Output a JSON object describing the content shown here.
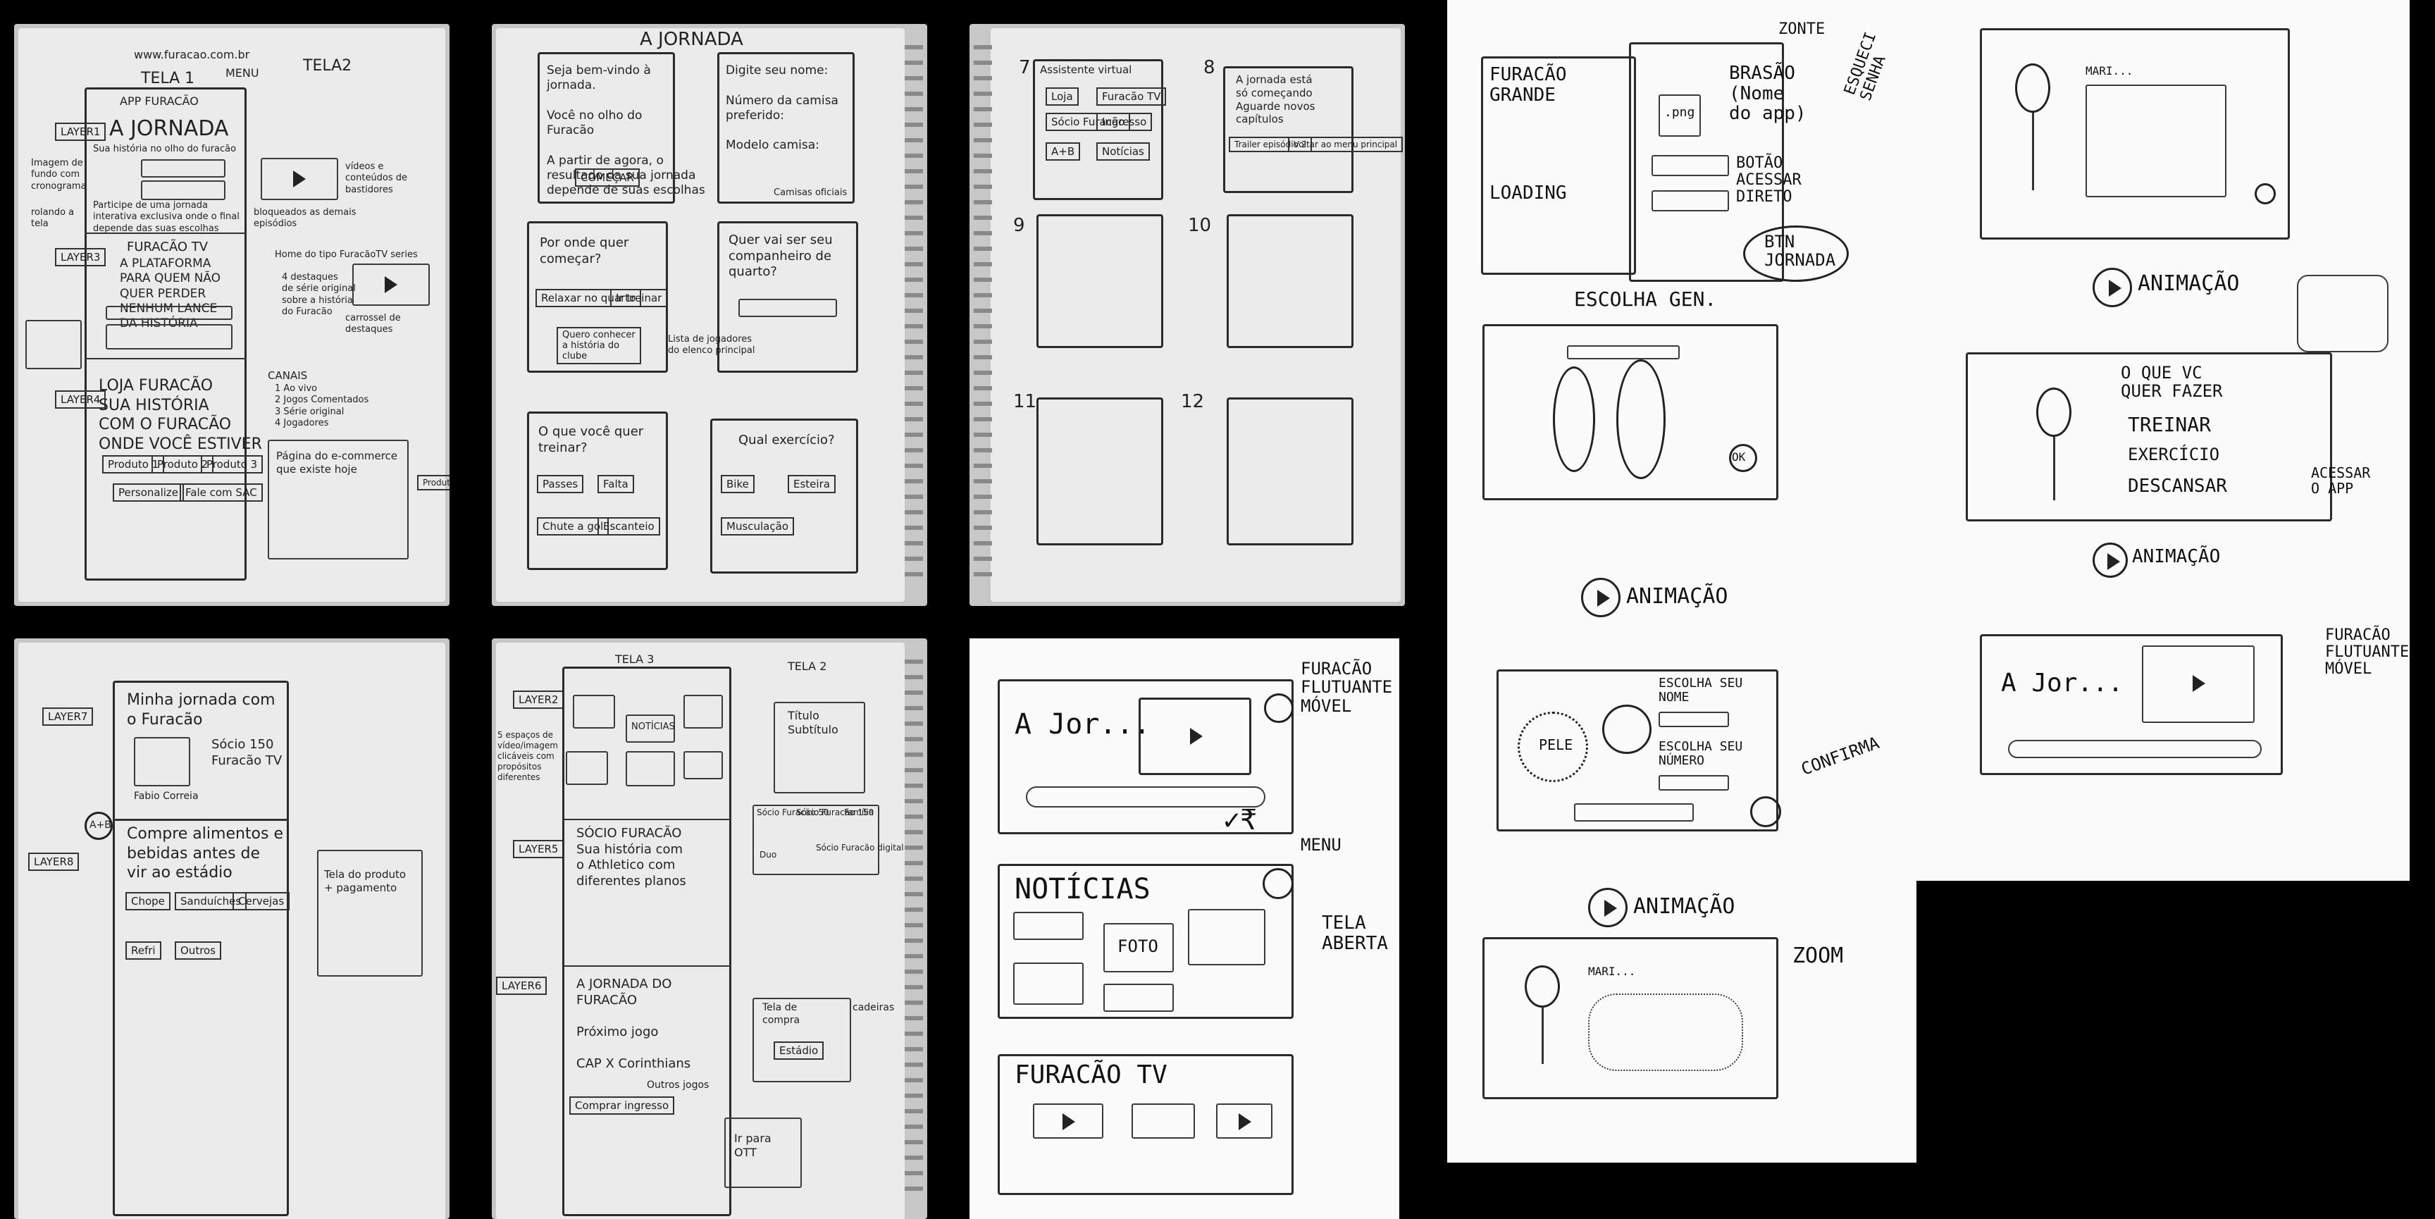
{
  "photo1": {
    "header_top": "www.furacao.com.br",
    "tela1": "TELA 1",
    "tela2": "TELA2",
    "menu": "MENU",
    "app_name": "APP FURACÃO",
    "title": "A JORNADA",
    "subtitle": "Sua história no olho do furacão",
    "layer1": "LAYER1",
    "layer3": "LAYER3",
    "layer4": "LAYER4",
    "side_note1": "Imagem de fundo com cronograma",
    "side_note2": "rolando a tela",
    "participe": "Participe de uma jornada interativa exclusiva onde o final depende das suas escolhas",
    "note_right": "vídeos e conteúdos de bastidores",
    "note_right2": "bloqueados as demais episódios",
    "furacao_tv": "FURACÃO TV",
    "plataforma": "A PLATAFORMA\nPARA QUEM NÃO\nQUER PERDER\nNENHUM LANCE\nDA HISTÓRIA",
    "home_note": "Home do tipo FuracãoTV series",
    "destaques": "4 destaques\nde série original\nsobre a história\ndo Furacão",
    "carrossel": "carrossel de destaques",
    "canais": "CANAIS",
    "canais_list": "1 Ao vivo\n2 Jogos Comentados\n3 Série original\n4 Jogadores",
    "loja": "LOJA FURACÃO\nSUA HISTÓRIA\nCOM O FURACÃO\nONDE VOCÊ ESTIVER",
    "produto1": "Produto 1",
    "produto2": "Produto 2",
    "produto3": "Produto 3",
    "personalize": "Personalize",
    "fale": "Fale com SAC",
    "ecommerce": "Página do e-commerce que existe hoje",
    "produto": "Produto"
  },
  "photo2": {
    "title": "A JORNADA",
    "s1": "Seja bem-vindo à\njornada.\n\nVocê no olho do\nFuracão\n\nA partir de agora, o\nresultado da sua jornada\ndepende de suas escolhas",
    "comecar": "COMEÇAR",
    "s2": "Digite seu nome:\n\nNúmero da camisa\npreferido:\n\nModelo camisa:",
    "camisas": "Camisas oficiais",
    "s3": "Por onde quer\ncomeçar?",
    "relaxar": "Relaxar no quarto",
    "treinar": "Ir treinar",
    "historia": "Quero conhecer a história do clube",
    "s4": "Quer vai ser seu\ncompanheiro de\nquarto?",
    "lista": "Lista de jogadores\ndo elenco principal",
    "s5": "O que você quer\ntreinar?",
    "s5_opts": [
      "Passes",
      "Falta",
      "Chute a gol",
      "Escanteio"
    ],
    "s6": "Qual exercício?",
    "s6_opts": [
      "Bike",
      "Esteira",
      "Musculação"
    ]
  },
  "photo3": {
    "s7": "Assistente virtual",
    "s7_opts": [
      "Loja",
      "Furacão TV",
      "Sócio Furacão",
      "Ingresso",
      "A+B",
      "Notícias"
    ],
    "s8": "A jornada está\nsó começando\nAguarde novos\ncapítulos",
    "s8_opts": [
      "Trailer episódio 2",
      "Voltar ao menu principal"
    ],
    "numbers": [
      "7",
      "8",
      "9",
      "10",
      "11",
      "12"
    ]
  },
  "photo4": {
    "layer7": "LAYER7",
    "layer8": "LAYER8",
    "title": "Minha jornada com\no Furacão",
    "socio": "Sócio 150\nFuracão TV",
    "name": "Fabio Correia",
    "compre": "Compre alimentos e\nbebidas antes de\nvir ao estádio",
    "ab": "A+B",
    "itens": [
      "Chope",
      "Sanduíches",
      "Cervejas",
      "Refri",
      "Outros"
    ],
    "tela": "Tela do produto\n+ pagamento"
  },
  "photo5": {
    "tela3": "TELA 3",
    "tela2": "TELA 2",
    "layer2": "LAYER2",
    "layer5": "LAYER5",
    "layer6": "LAYER6",
    "noticias": "NOTÍCIAS",
    "side": "5 espaços de vídeo/imagem\nclicáveis com propósitos\ndiferentes",
    "socio": "SÓCIO FURACÃO\nSua história com\no Athletico com\ndiferentes planos",
    "titulo": "Título\nSubtítulo",
    "planos": [
      "Sócio Furacão 50",
      "Sócio Furacão 150",
      "Família",
      "Duo",
      "Sócio Furacão digital"
    ],
    "jornada": "A JORNADA DO\nFURACÃO\n\nPróximo jogo\n\nCAP  X  Corinthians",
    "outros": "Outros jogos",
    "comprar": "Comprar ingresso",
    "tela_compra": "Tela de\ncompra",
    "estadio": "Estádio",
    "cadeiras": "cadeiras",
    "ott": "Ir para\nOTT"
  },
  "sketch1": {
    "ajor": "A Jor...",
    "furacao": "FURACÃO\nFLUTUANTE\nMÓVEL",
    "menu": "MENU",
    "noticias": "NOTÍCIAS",
    "foto": "FOTO",
    "tela": "TELA\nABERTA",
    "tv": "FURACÃO TV"
  },
  "sketch2": {
    "furacao": "FURACÃO\nGRANDE",
    "loading": "LOADING",
    "zonte": "ZONTE",
    "png": ".png",
    "brasao": "BRASÃO\n(Nome\ndo app)",
    "botao": "BOTÃO\nACESSAR\nDIRETO",
    "esqueci": "ESQUECI\nSENHA",
    "btn": "BTN\nJORNADA",
    "escolha": "ESCOLHA GEN.",
    "ok": "OK",
    "animacao1": "ANIMAÇÃO",
    "pele": "PELE",
    "nome": "ESCOLHA SEU\nNOME",
    "numero": "ESCOLHA SEU\nNÚMERO",
    "confirma": "CONFIRMA",
    "animacao2": "ANIMAÇÃO",
    "zoom": "ZOOM",
    "nome2": "MARI..."
  },
  "sketch3": {
    "animacao1": "ANIMAÇÃO",
    "pergunta": "O QUE VC\nQUER FAZER",
    "treinar": "TREINAR",
    "exercicio": "EXERCÍCIO",
    "descansar": "DESCANSAR",
    "acessar": "ACESSAR\nO APP",
    "animacao2": "ANIMAÇÃO",
    "ajor": "A Jor...",
    "furacao": "FURACÃO\nFLUTUANTE\nMÓVEL",
    "nome": "MARI..."
  }
}
